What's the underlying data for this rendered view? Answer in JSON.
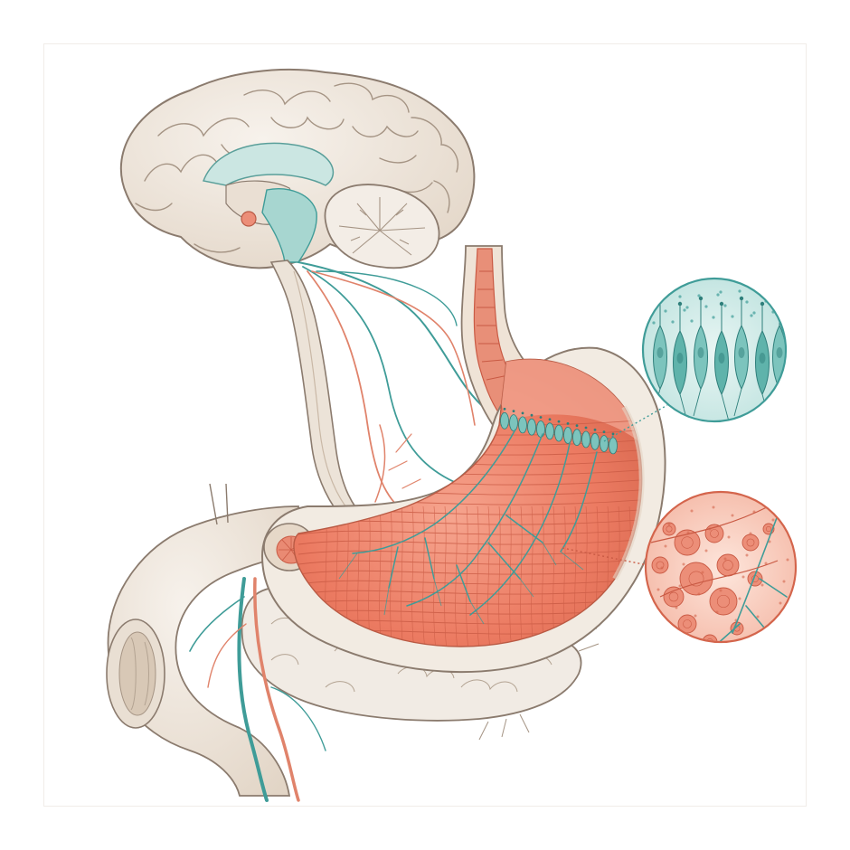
{
  "illustration": {
    "palette": {
      "paper": "#ffffff",
      "tissue": "#efe7dd",
      "tissue_shade": "#d9cbbb",
      "outline": "#8b7b6e",
      "mucosa": "#ec7b62",
      "mucosa_light": "#f4a994",
      "mucosa_dark": "#c95a44",
      "nerve_teal": "#3f9c98",
      "teal_light": "#8fcfc8",
      "vessel_red": "#e0836b"
    },
    "structures": [
      "brain",
      "cerebellum",
      "brainstem",
      "spinal-cord",
      "esophagus",
      "stomach",
      "duodenum",
      "pancreas",
      "vagus-nerves",
      "enteroendocrine-cell-inset",
      "gastric-gland-inset"
    ]
  }
}
